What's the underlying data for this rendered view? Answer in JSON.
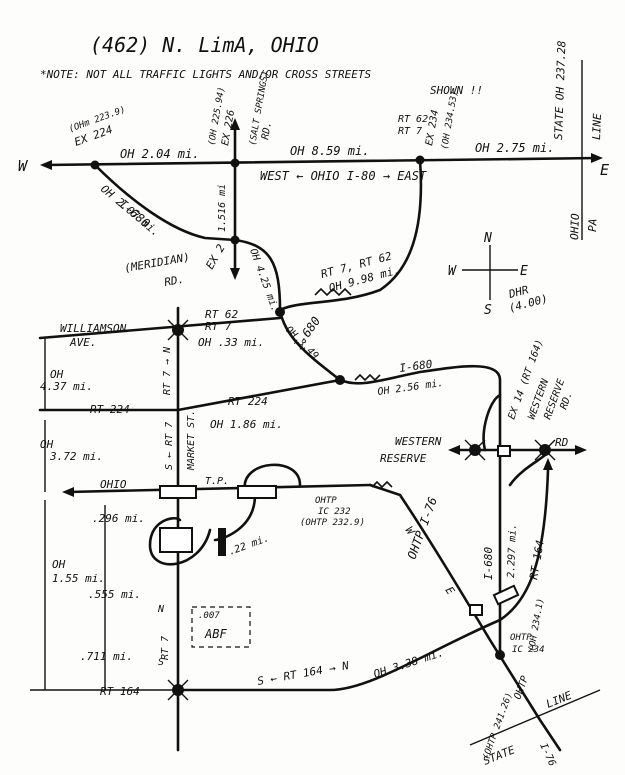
{
  "header": {
    "title": "(462)  N. LimA, OHIO",
    "note_line1": "*NOTE: NOT ALL TRAFFIC LIGHTS AND/OR CROSS STREETS",
    "note_line2": "SHOWN !!"
  },
  "compass": {
    "n": "N",
    "s": "S",
    "e": "E",
    "w": "W"
  },
  "dhr": {
    "label": "DHR",
    "value": "(4.00)"
  },
  "state_line": {
    "top_line1": "STATE OH 237.28",
    "top_line2": "LINE",
    "ohio": "OHIO",
    "pa": "PA",
    "bottom_line": "LINE",
    "bottom_state": "STATE"
  },
  "labels": {
    "w_far": "W",
    "e_far": "E",
    "ex224_line1": "(OHm 223.9)",
    "ex224_line2": "EX 224",
    "ex226_line1": "(OH 225.94)",
    "ex226_line2": "EX 226",
    "ex226_line3": "(SALT SPRINGS)",
    "ex226_line4": "RD.",
    "rt62_top": "RT 62",
    "rt7_top": "RT 7",
    "ex234_line1": "EX 234",
    "ex234_line2": "(OH 234.53)",
    "oh204": "OH 2.04 mi.",
    "oh859": "OH 8.59 mi.",
    "oh275": "OH 2.75 mi.",
    "west_ohio_i80_east": "WEST ← OHIO   I-80 → EAST",
    "i680_top": "I-680",
    "oh207": "OH 2.07 mi.",
    "oh1516": "1.516 mi",
    "oh425": "OH 4.25 mi.",
    "meridian": "(MERIDIAN)",
    "meridian_rd": "RD.",
    "ex2": "EX 2",
    "rt7rt62": "RT 7, RT 62",
    "oh998": "OH 9.98 mi.",
    "rt62_mid": "RT 62",
    "rt7_mid": "RT 7",
    "oh033": "OH .33 mi.",
    "i680_mid": "I-680",
    "oh349": "OH 3.49",
    "i680_right": "I-680",
    "oh256": "OH 2.56 mi.",
    "williamson": "WILLIAMSON",
    "ave": "AVE.",
    "oh437a": "OH",
    "oh437b": "4.37 mi.",
    "rt224_left": "RT 224",
    "rt224_mid": "RT 224",
    "oh186": "OH 1.86 mi.",
    "rt7n": "RT 7 → N",
    "rt7s": "S ← RT 7",
    "market_st": "MARKET ST.",
    "oh372a": "OH",
    "oh372b": "3.72 mi.",
    "ex14_line1": "EX 14 (RT 164)",
    "ex14_line2": "WESTERN",
    "ex14_line3": "RESERVE",
    "ex14_line4": "RD.",
    "western": "WESTERN",
    "reserve": "RESERVE",
    "rd": "RD",
    "ohio_street": "OHIO",
    "tp": "T.P.",
    "ohtp_ic232": "OHTP",
    "ic232": "IC 232",
    "ohtp2329": "(OHTP 232.9)",
    "d296": ".296 mi.",
    "d22": ".22 mi.",
    "oh155a": "OH",
    "oh155b": "1.55 mi.",
    "d555": ".555 mi.",
    "d711": ".711 mi.",
    "d007": ".007",
    "abf": "ABF",
    "ohtp_i76": "OHTP I-76",
    "w_label": "W",
    "e_label": "E",
    "i680_low": "I-680",
    "d2297": "2.297 mi.",
    "rt164_right": "RT 164",
    "ohtp_ic234": "OHTP",
    "ic234": "IC 234",
    "oh2341": "(OH 234.1)",
    "rt164_n": "S ← RT 164 → N",
    "oh338": "OH 3.38 mi.",
    "rt164_left": "RT 164",
    "rt7_low_n": "N",
    "rt7_low": "RT 7",
    "rt7_low_s": "S",
    "ohtp_line": "OHTP",
    "ohtp_2412": "(OHTP 241.26)",
    "i76_low": "I-76"
  }
}
